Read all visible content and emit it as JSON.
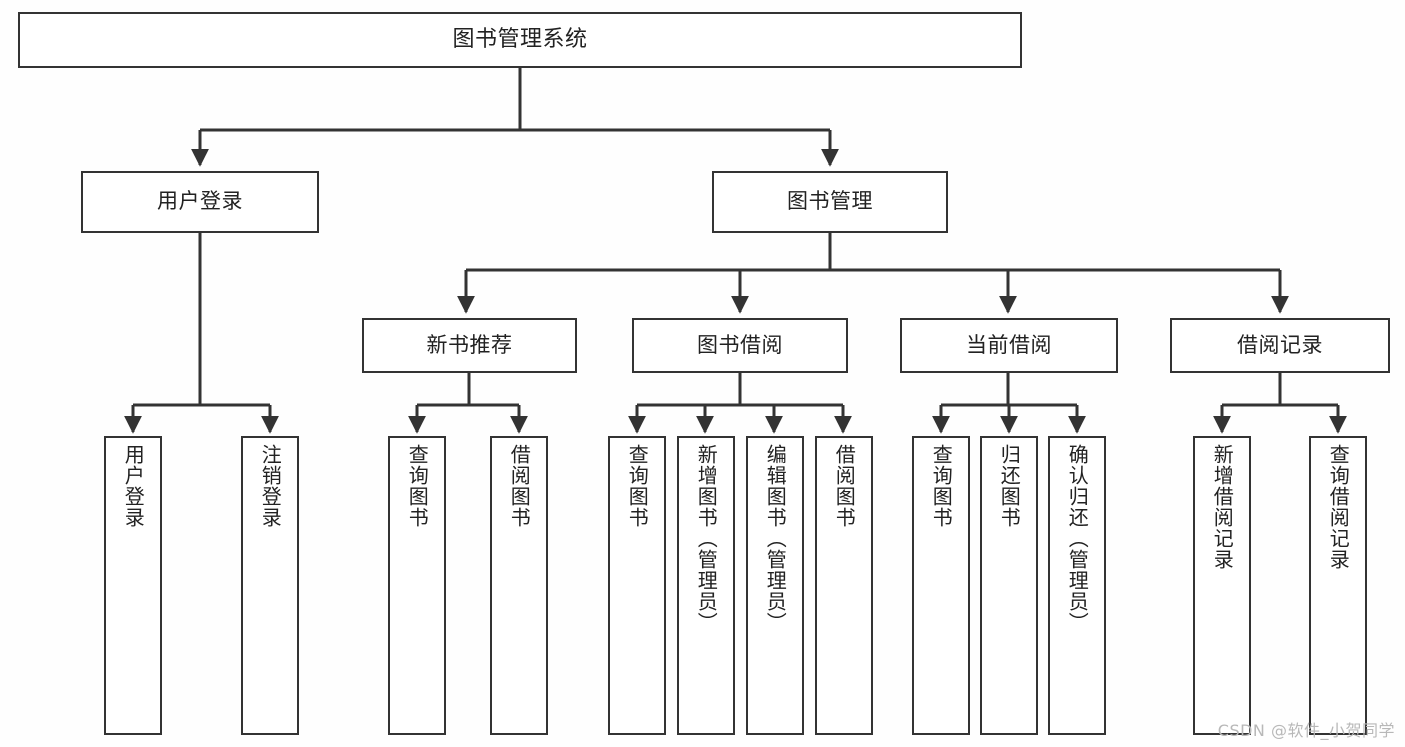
{
  "diagram": {
    "title": "图书管理系统",
    "type": "hierarchy-tree",
    "colors": {
      "background": "#fefefe",
      "node_fill": "#ffffff",
      "node_border": "#333333",
      "connector": "#333333",
      "text": "#222222",
      "watermark": "#b8b8b8"
    },
    "root": {
      "label": "图书管理系统"
    },
    "level2": [
      {
        "label": "用户登录"
      },
      {
        "label": "图书管理"
      }
    ],
    "level3": [
      {
        "label": "新书推荐"
      },
      {
        "label": "图书借阅"
      },
      {
        "label": "当前借阅"
      },
      {
        "label": "借阅记录"
      }
    ],
    "leaves": {
      "user_login": [
        {
          "label": "用户登录"
        },
        {
          "label": "注销登录"
        }
      ],
      "new_book": [
        {
          "label": "查询图书"
        },
        {
          "label": "借阅图书"
        }
      ],
      "book_borrow": [
        {
          "label": "查询图书"
        },
        {
          "label": "新增图书（管理员）"
        },
        {
          "label": "编辑图书（管理员）"
        },
        {
          "label": "借阅图书"
        }
      ],
      "current_borrow": [
        {
          "label": "查询图书"
        },
        {
          "label": "归还图书"
        },
        {
          "label": "确认归还（管理员）"
        }
      ],
      "borrow_record": [
        {
          "label": "新增借阅记录"
        },
        {
          "label": "查询借阅记录"
        }
      ]
    }
  },
  "watermark": {
    "text": "CSDN @软件_小贺同学"
  }
}
